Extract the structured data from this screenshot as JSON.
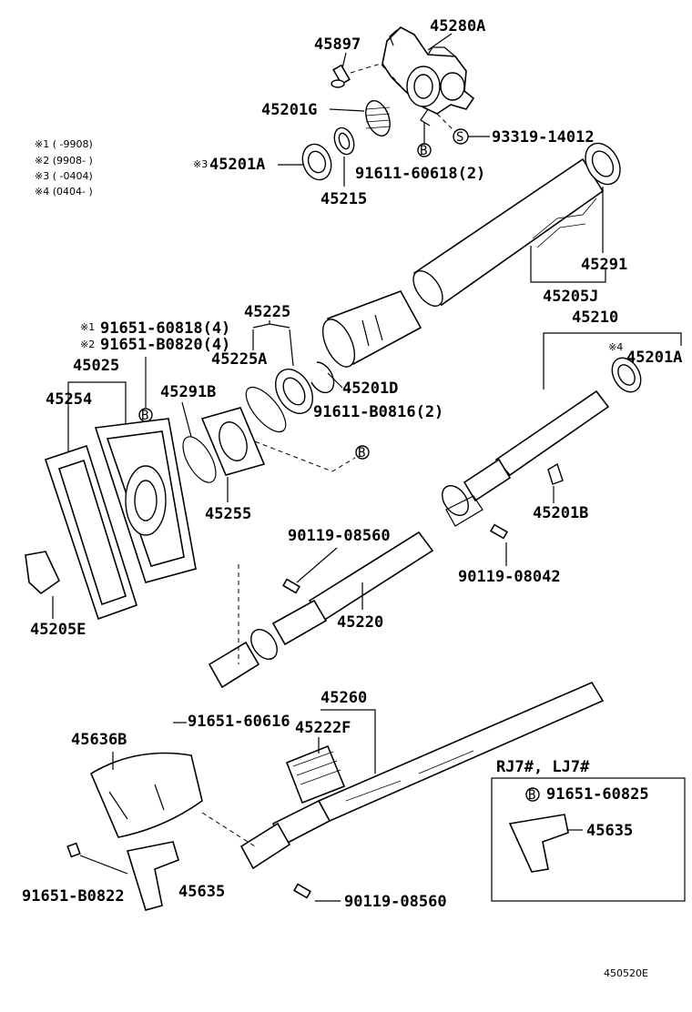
{
  "notes": {
    "n1": "※1 (      -9908)",
    "n2": "※2 (9908-      )",
    "n3": "※3 (      -0404)",
    "n4": "※4 (0404-      )"
  },
  "labels": {
    "p45280A": "45280A",
    "p45897": "45897",
    "p45201G": "45201G",
    "p93319_14012": "93319-14012",
    "p45201A_top": "45201A",
    "mark3": "※3",
    "p91611_60618": "91611-60618(2)",
    "p45215": "45215",
    "p45291": "45291",
    "p45205J": "45205J",
    "p45210": "45210",
    "p45225": "45225",
    "p45225A": "45225A",
    "mark1": "※1",
    "mark2": "※2",
    "p91651_60818": "91651-60818(4)",
    "p91651_B0820": "91651-B0820(4)",
    "p45025": "45025",
    "p45254": "45254",
    "p45291B": "45291B",
    "p45201D": "45201D",
    "mark4": "※4",
    "p45201A_right": "45201A",
    "p91611_B0816": "91611-B0816(2)",
    "p45255": "45255",
    "p45201B": "45201B",
    "p90119_08560_top": "90119-08560",
    "p90119_08042": "90119-08042",
    "p45205E": "45205E",
    "p45220": "45220",
    "p45260": "45260",
    "p91651_60616": "91651-60616",
    "p45222F": "45222F",
    "p45636B": "45636B",
    "rj7": "RJ7#, LJ7#",
    "p91651_60825": "91651-60825",
    "p45635_right": "45635",
    "p91651_B0822": "91651-B0822",
    "p45635_left": "45635",
    "p90119_08560_bottom": "90119-08560",
    "diagram_code": "450520E",
    "callout_s": "S",
    "callout_b": "B"
  }
}
